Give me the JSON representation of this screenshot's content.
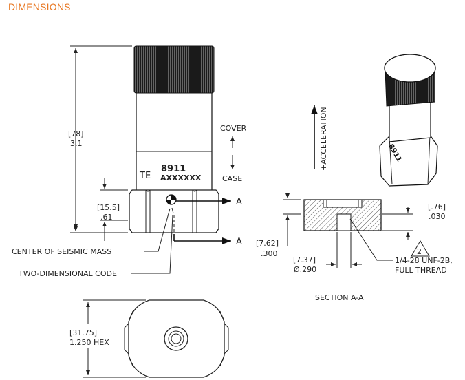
{
  "heading": "DIMENSIONS",
  "sensor": {
    "brand": "TE",
    "model": "8911",
    "serial": "AXXXXXX"
  },
  "labels": {
    "overall_height_mm": "[78]",
    "overall_height_in": "3.1",
    "cover": "COVER",
    "case": "CASE",
    "hex_height_mm": "[15.5]",
    "hex_height_in": ".61",
    "section_marker": "A",
    "center_of_mass": "CENTER OF SEISMIC MASS",
    "two_d_code": "TWO-DIMENSIONAL CODE",
    "acceleration": "+ACCELERATION",
    "depth_mm": "[.76]",
    "depth_in": ".030",
    "section_height_mm": "[7.62]",
    "section_height_in": ".300",
    "hole_dia_mm": "[7.37]",
    "hole_dia_in": "Ø.290",
    "thread_line1": "1/4-28 UNF-2B,",
    "thread_line2": "FULL THREAD",
    "note_number": "2",
    "section_title": "SECTION A-A",
    "hex_mm": "[31.75]",
    "hex_in": "1.250  HEX"
  }
}
